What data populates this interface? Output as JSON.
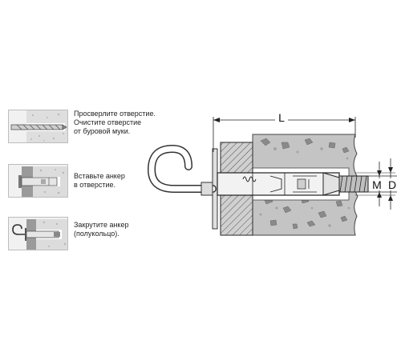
{
  "steps": [
    {
      "text": "Просверлите отверстие.\nОчистите отверстие\nот буровой муки."
    },
    {
      "text": "Вставьте анкер\nв отверстие."
    },
    {
      "text": "Закрутите анкер\n(полукольцо)."
    }
  ],
  "dimensions": {
    "length": "L",
    "thread": "M",
    "diameter": "D"
  }
}
